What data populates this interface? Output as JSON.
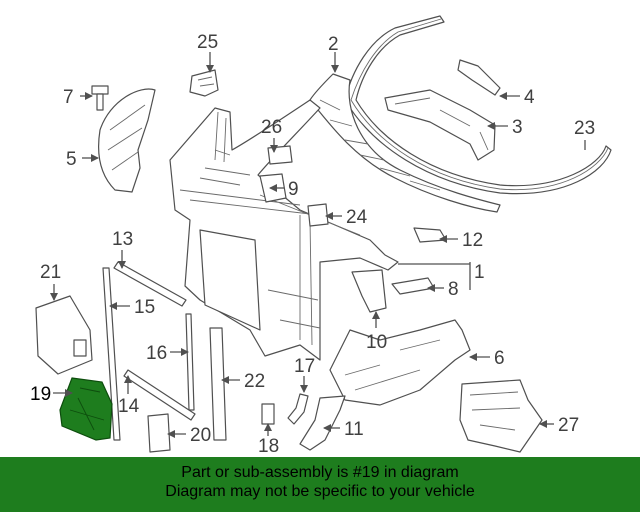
{
  "highlight_color": "#1e7d1e",
  "callouts": {
    "c1": "1",
    "c2": "2",
    "c3": "3",
    "c4": "4",
    "c5": "5",
    "c6": "6",
    "c7": "7",
    "c8": "8",
    "c9": "9",
    "c10": "10",
    "c11": "11",
    "c12": "12",
    "c13": "13",
    "c14": "14",
    "c15": "15",
    "c16": "16",
    "c17": "17",
    "c18": "18",
    "c19": "19",
    "c20": "20",
    "c21": "21",
    "c22": "22",
    "c23": "23",
    "c24": "24",
    "c25": "25",
    "c26": "26",
    "c27": "27"
  },
  "footer": {
    "line1": "Part or sub-assembly is #19 in diagram",
    "line2": "Diagram may not be specific to your vehicle"
  }
}
